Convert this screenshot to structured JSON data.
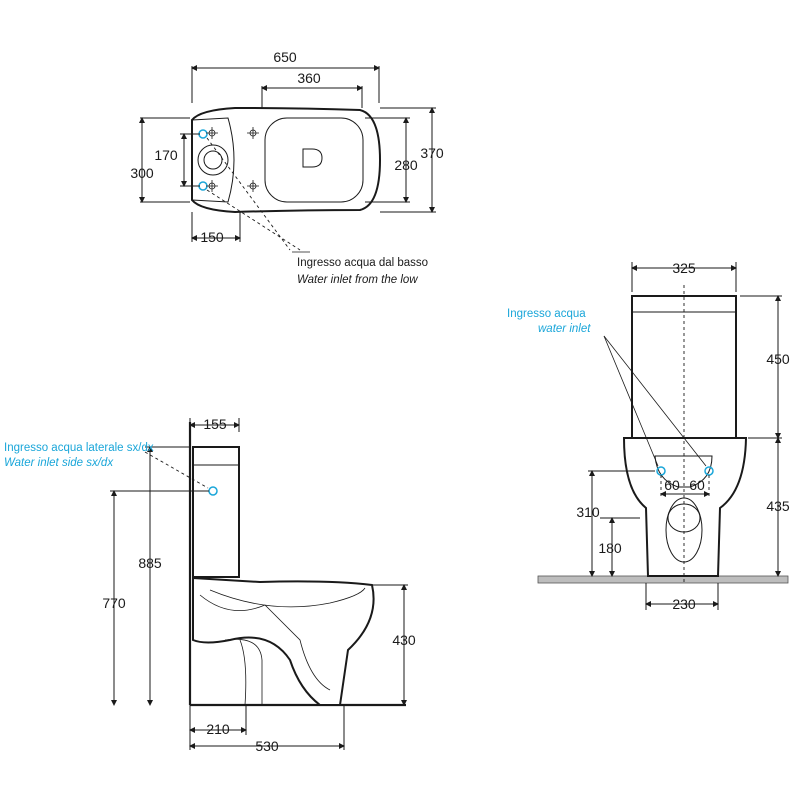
{
  "top_view": {
    "dims": {
      "overall_length": "650",
      "seat_length": "360",
      "tank_height": "170",
      "overall_width": "300",
      "seat_width": "280",
      "bowl_width": "370",
      "inlet_offset": "150"
    },
    "note_it": "Ingresso acqua dal basso",
    "note_en": "Water inlet from the low"
  },
  "side_view": {
    "dims": {
      "tank_top": "155",
      "total_height": "885",
      "inlet_height": "770",
      "bowl_height": "430",
      "outlet_distance": "210",
      "overall_depth": "530"
    },
    "note_it": "Ingresso acqua laterale sx/dx",
    "note_en": "Water inlet side sx/dx"
  },
  "front_view": {
    "dims": {
      "tank_width": "325",
      "tank_height": "450",
      "bowl_height": "435",
      "inlet_left": "60",
      "inlet_right": "60",
      "height_310": "310",
      "height_180": "180",
      "base_width": "230"
    },
    "note_it": "Ingresso acqua",
    "note_en": "water inlet"
  },
  "colors": {
    "ink": "#1a1a1a",
    "accent": "#1aa6d9",
    "floor": "#bdbdbd"
  }
}
